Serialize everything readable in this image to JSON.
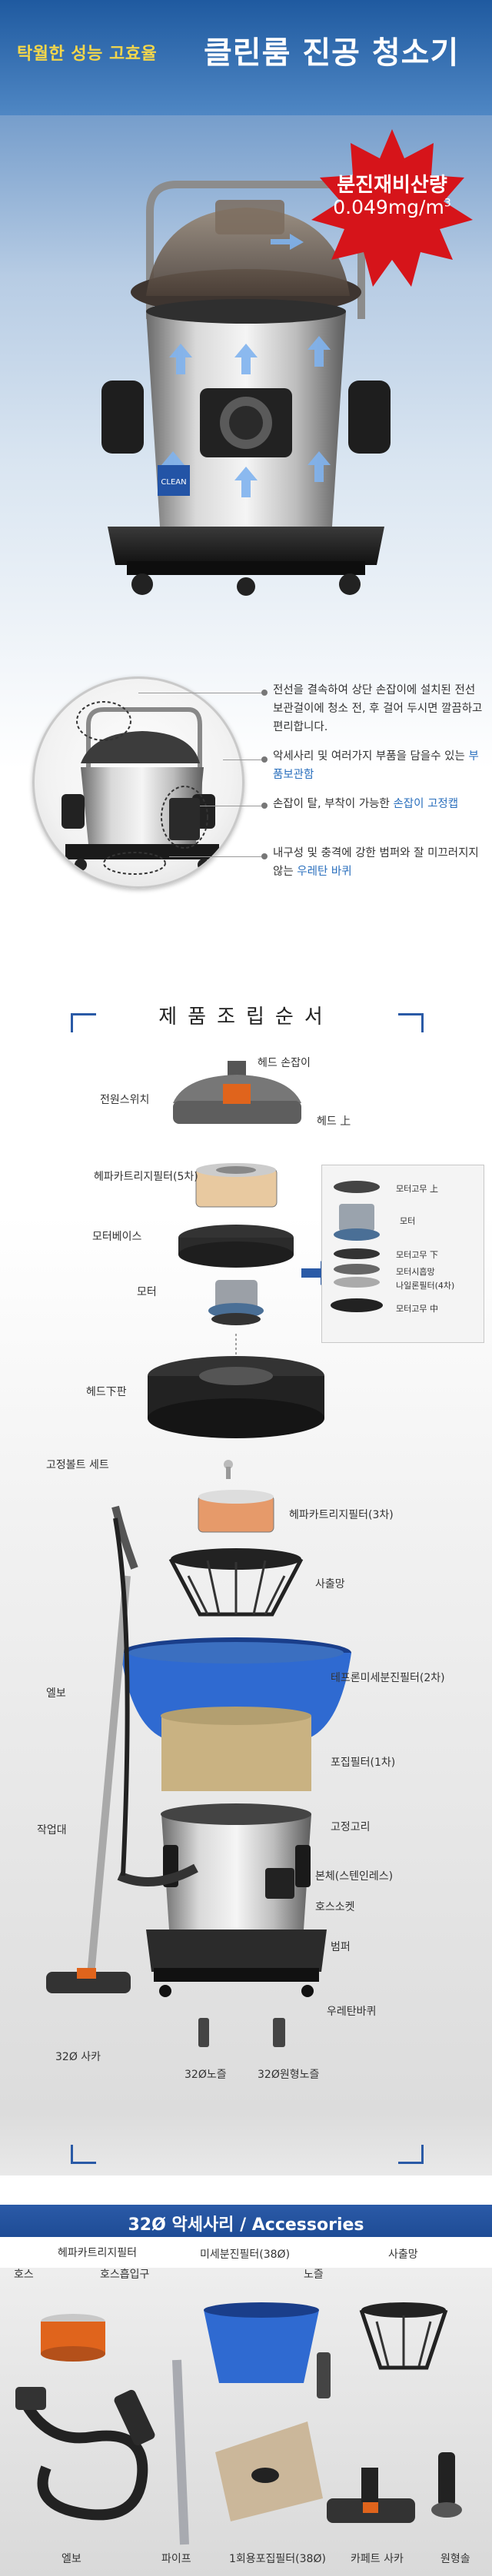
{
  "header": {
    "subtitle": "탁월한 성능 고효율",
    "title": "클린룸 진공 청소기"
  },
  "badge": {
    "line1": "분진재비산량",
    "line2": "0.049mg/m",
    "line2_sup": "3"
  },
  "vacuum_label": "CLEAN",
  "features": [
    {
      "text": "전선을 결속하여 상단 손잡이에 설치된 전선 보관걸이에 청소 전, 후 걸어 두시면 깔끔하고 편리합니다.",
      "highlight": ""
    },
    {
      "text": "악세사리 및 여러가지 부품을 담을수 있는 ",
      "highlight": "부품보관함"
    },
    {
      "text": "손잡이 탈, 부착이 가능한 ",
      "highlight": "손잡이 고정캡"
    },
    {
      "text": "내구성 및 충격에 강한 범퍼와 잘 미끄러지지 않는 ",
      "highlight": "우레탄 바퀴"
    }
  ],
  "assembly": {
    "title": "제품조립순서",
    "parts": {
      "head_handle": "헤드 손잡이",
      "power_switch": "전원스위치",
      "head_top": "헤드 上",
      "hepa_5": "헤파카트리지필터(5차)",
      "motor_base": "모터베이스",
      "motor": "모터",
      "head_bottom": "헤드下판",
      "fix_bolt_set": "고정볼트 세트",
      "hepa_3": "헤파카트리지필터(3차)",
      "suction_net": "사출망",
      "teflon_filter": "테프론미세분진필터(2차)",
      "collect_filter": "포집필터(1차)",
      "elbow": "엘보",
      "fix_ring": "고정고리",
      "work_bar": "작업대",
      "body": "본체(스텐인레스)",
      "hose_socket": "호스소켓",
      "bumper": "범퍼",
      "urethane_wheel": "우레탄바퀴",
      "nozzle_32_sakka": "32Ø 사카",
      "nozzle_32": "32Ø노즐",
      "nozzle_32_round": "32Ø원형노즐"
    },
    "inset": {
      "rubber_top": "모터고무 上",
      "motor": "모터",
      "rubber_bottom": "모터고무 下",
      "motor_sheet": "모터시흡망",
      "nylon_filter": "나일론필터(4차)",
      "rubber_mid": "모터고무 中"
    }
  },
  "accessories": {
    "title": "32Ø 악세사리 / Accessories",
    "items": {
      "hepa_filter": "헤파카트리지필터",
      "hose": "호스",
      "hose_inlet": "호스흡입구",
      "fine_filter": "미세분진필터(38Ø)",
      "nozzle": "노즐",
      "suction_net": "사출망",
      "elbow": "엘보",
      "pipe": "파이프",
      "disposable_filter": "1회용포집필터(38Ø)",
      "carpet_sakka": "카페트 사카",
      "round_brush": "원형솔"
    }
  },
  "colors": {
    "brand_blue": "#2a5aa6",
    "highlight_blue": "#2a6fbd",
    "badge_red": "#d6141a",
    "title_yellow": "#f3d64b"
  }
}
